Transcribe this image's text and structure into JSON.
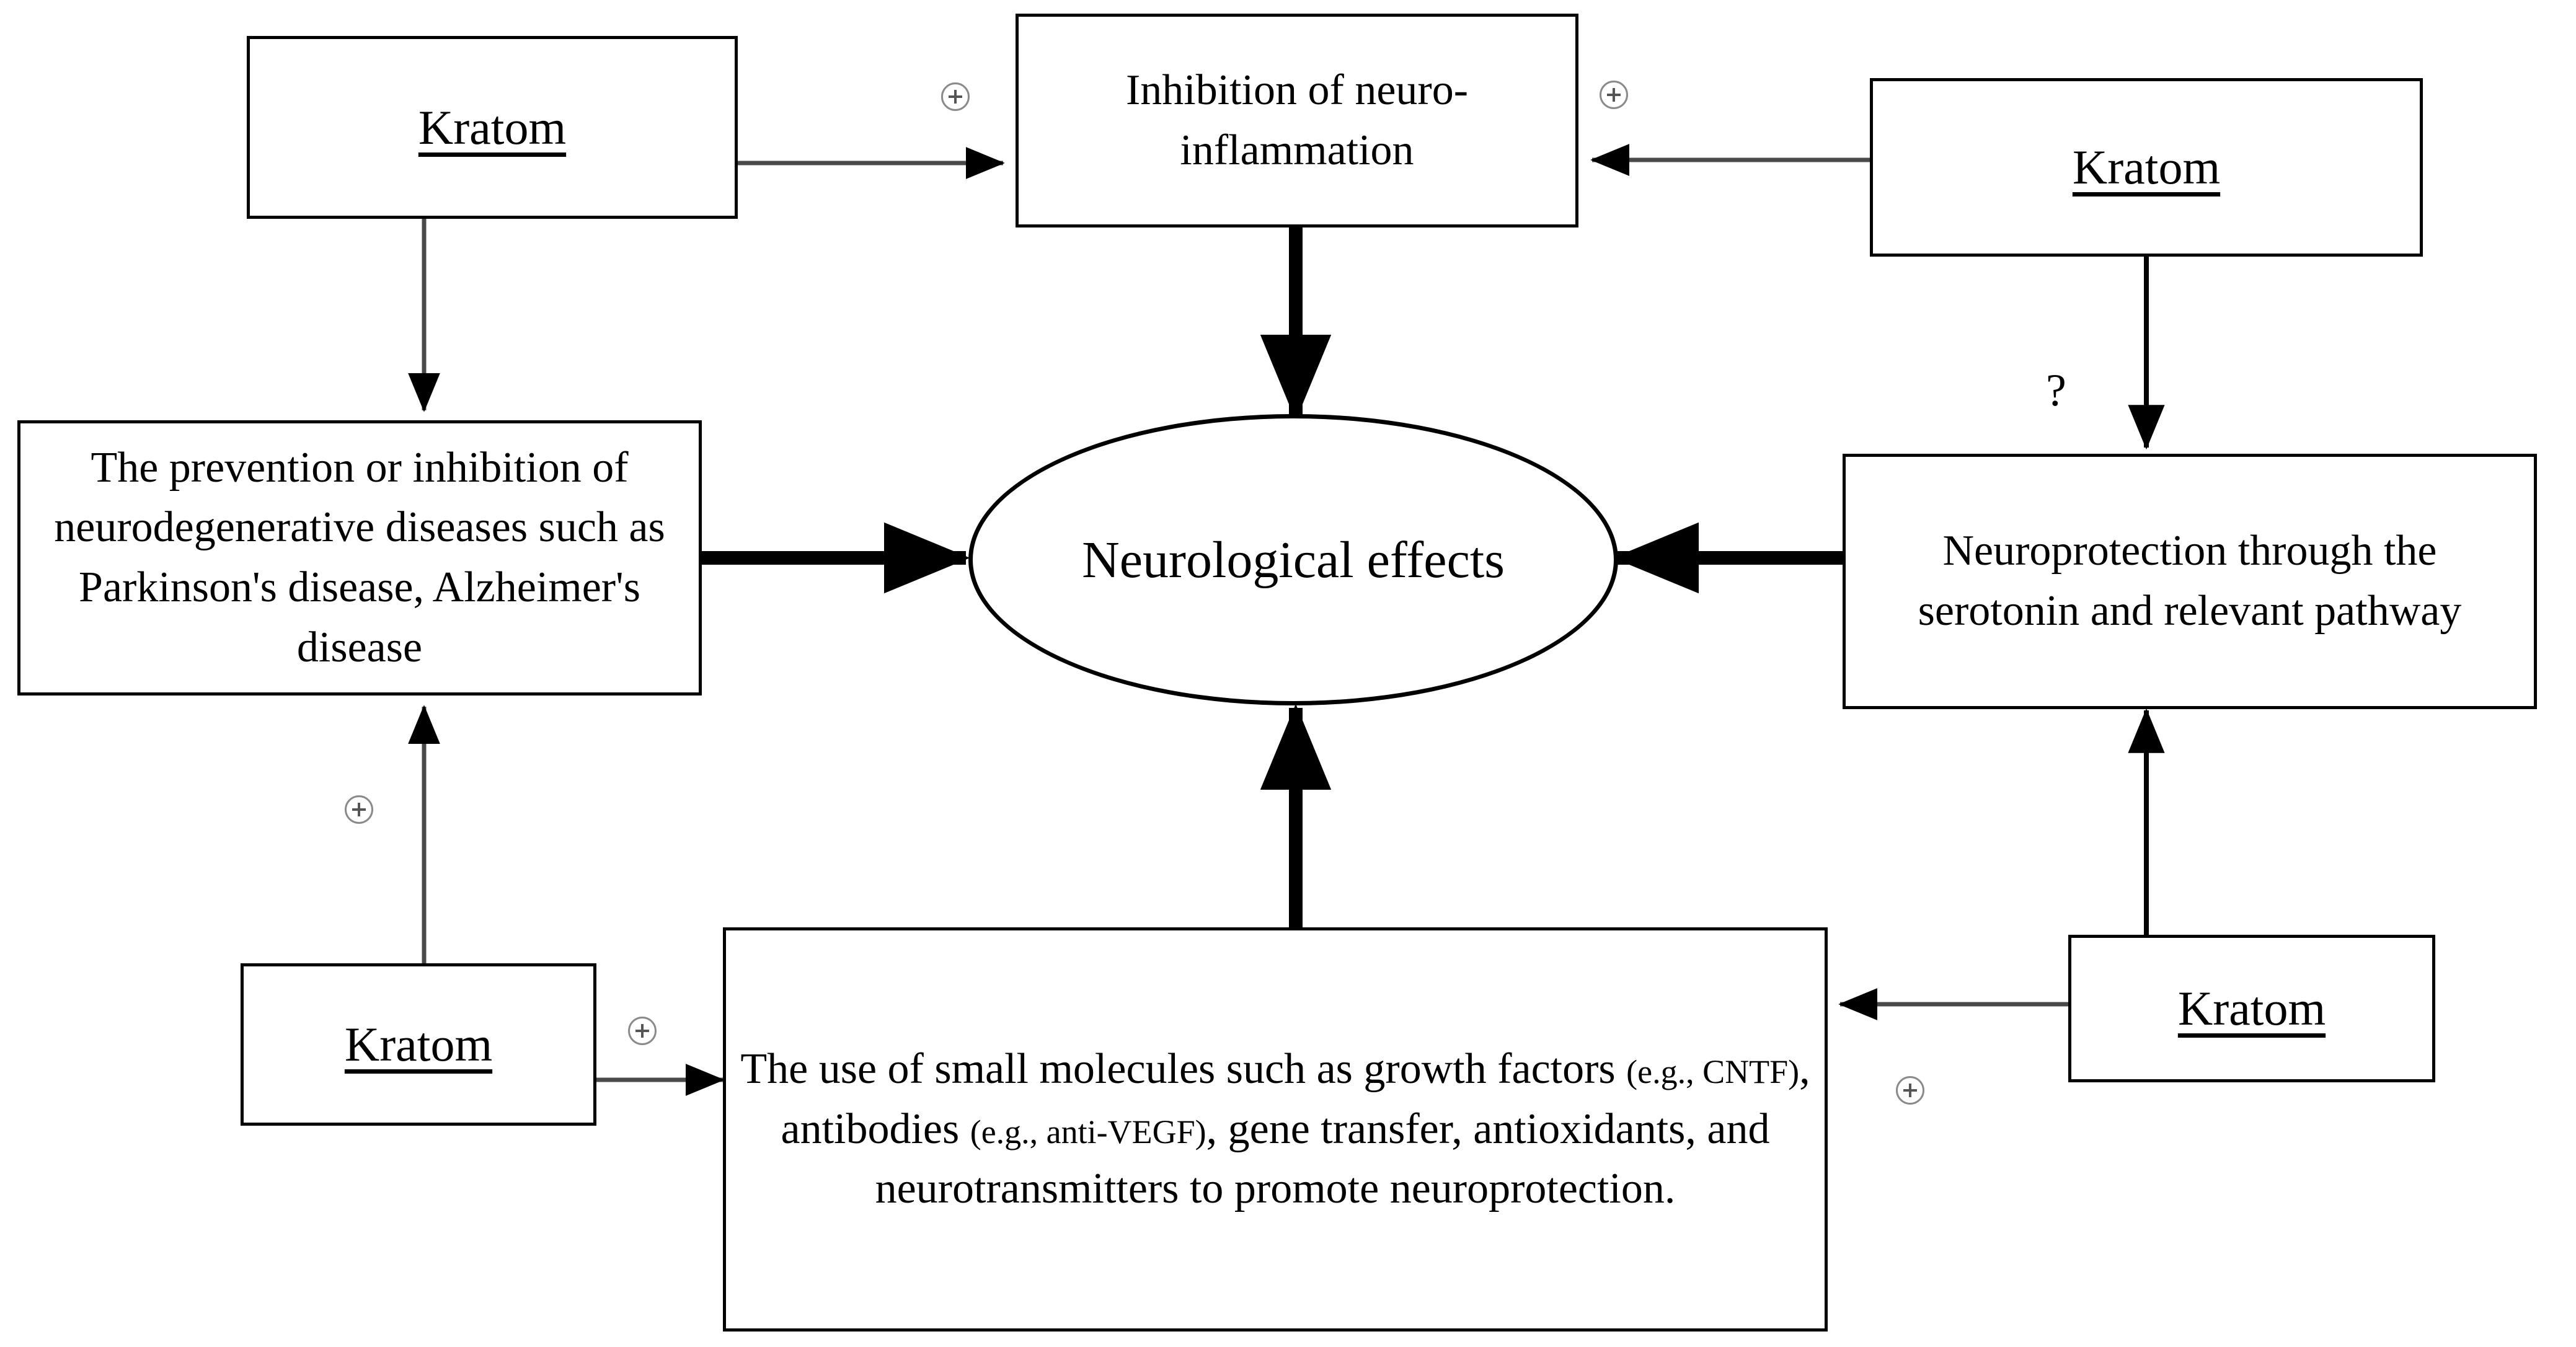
{
  "diagram": {
    "title_text": "Neurological effects",
    "nodes": {
      "kratom_top_left": {
        "label": "Kratom"
      },
      "kratom_top_right": {
        "label": "Kratom"
      },
      "kratom_bottom_left": {
        "label": "Kratom"
      },
      "kratom_bottom_right": {
        "label": "Kratom"
      },
      "inhibition": {
        "label": "Inhibition of neuro-inflammation",
        "line1": "Inhibition of neuro-",
        "line2": "inflammation"
      },
      "prevention": {
        "label": "The prevention or inhibition of neurodegenerative diseases such as Parkinson's disease, Alzheimer's disease"
      },
      "neuroprotection_serotonin": {
        "label": "Neuroprotection through the serotonin and relevant pathway"
      },
      "small_molecules": {
        "part1": "The use of small molecules such as growth factors ",
        "paren1": "(e.g., CNTF)",
        "part2": ", antibodies ",
        "paren2": "(e.g., anti-VEGF)",
        "part3": ", gene transfer, antioxidants, and neurotransmitters to promote neuroprotection."
      },
      "center": {
        "label": "Neurological effects"
      }
    },
    "edge_annotations": {
      "plus_symbol": "⊕",
      "question_mark": "?",
      "plus_kratom_top_left_to_inhibition": "⊕",
      "plus_kratom_top_right_to_inhibition": "⊕",
      "plus_kratom_bottom_left_to_prevention": "⊕",
      "plus_kratom_bottom_left_to_small_molecules": "⊕",
      "plus_kratom_bottom_right_to_small_molecules": "⊕",
      "question_kratom_top_right_to_neuroprotection": "?"
    },
    "colors": {
      "stroke": "#000000",
      "background": "#ffffff",
      "thin_edge": "#4a4a4a",
      "badge_stroke": "#8a8a8a"
    }
  }
}
